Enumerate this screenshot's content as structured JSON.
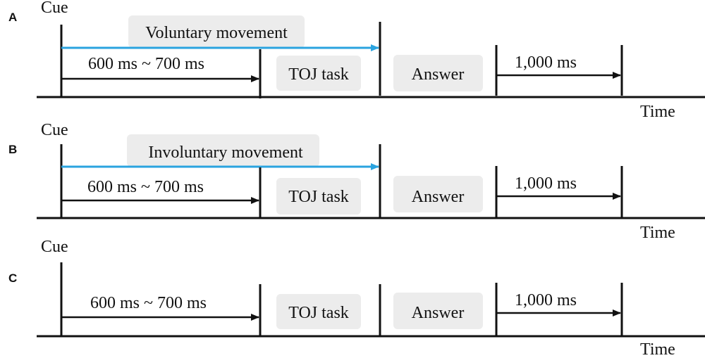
{
  "panels": [
    {
      "letter": "A",
      "cue": "Cue",
      "movement": "Voluntary movement",
      "delay": "600 ms ~ 700 ms",
      "task": "TOJ task",
      "answer": "Answer",
      "interval": "1,000 ms",
      "axis": "Time"
    },
    {
      "letter": "B",
      "cue": "Cue",
      "movement": "Involuntary movement",
      "delay": "600 ms ~ 700 ms",
      "task": "TOJ task",
      "answer": "Answer",
      "interval": "1,000 ms",
      "axis": "Time"
    },
    {
      "letter": "C",
      "cue": "Cue",
      "delay": "600 ms ~ 700 ms",
      "task": "TOJ task",
      "answer": "Answer",
      "interval": "1,000 ms",
      "axis": "Time"
    }
  ],
  "colors": {
    "line": "#111111",
    "movement_arrow": "#2aa3df",
    "box": "#ececec"
  },
  "icons": [
    "arrow-right-icon"
  ]
}
